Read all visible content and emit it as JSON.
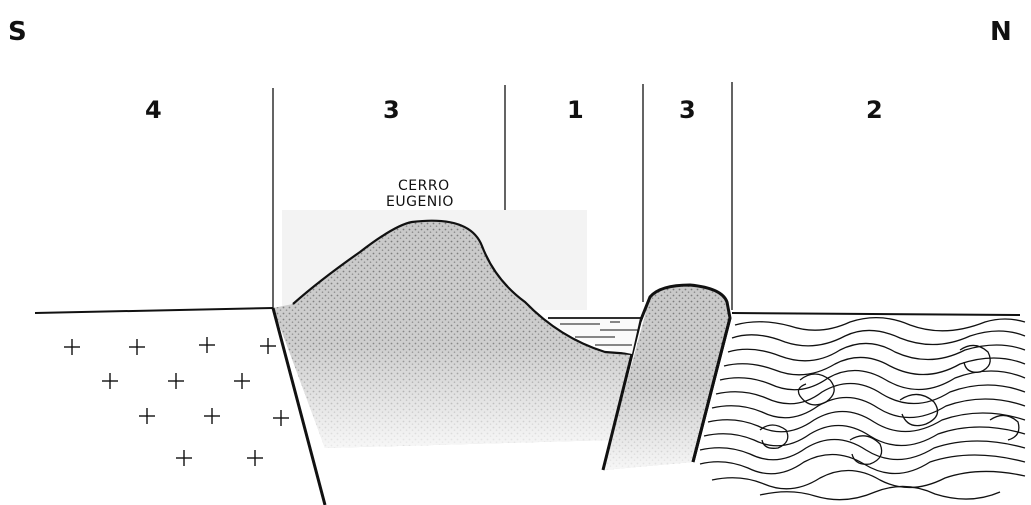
{
  "directions": {
    "south": "S",
    "north": "N"
  },
  "zones": [
    {
      "id": "zone-a",
      "label": "4"
    },
    {
      "id": "zone-b",
      "label": "3"
    },
    {
      "id": "zone-c",
      "label": "1"
    },
    {
      "id": "zone-d",
      "label": "3"
    },
    {
      "id": "zone-e",
      "label": "2"
    }
  ],
  "peak_label": {
    "line1": "CERRO",
    "line2": "EUGENIO"
  },
  "colors": {
    "ink": "#111111",
    "stipple": "#b8b8b8",
    "background": "#ffffff"
  }
}
